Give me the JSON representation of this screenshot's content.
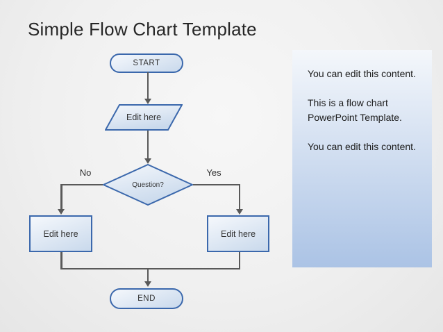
{
  "title": "Simple Flow Chart Template",
  "flowchart": {
    "start_label": "START",
    "step1_label": "Edit here",
    "decision_label": "Question?",
    "branch_no_label": "No",
    "branch_yes_label": "Yes",
    "left_box_label": "Edit here",
    "right_box_label": "Edit here",
    "end_label": "END"
  },
  "side_panel": {
    "paragraphs": [
      "You can edit this content.",
      "This is a flow chart PowerPoint Template.",
      "You can edit this content."
    ]
  },
  "colors": {
    "title_text": "#262626",
    "body_text": "#1c1c1c",
    "shape_border": "#3b68ac",
    "shape_fill_top": "#f5f8fc",
    "shape_fill_bottom": "#c9d9ec",
    "panel_top": "#f4f7fb",
    "panel_bottom": "#abc3e5",
    "connector": "#595959"
  }
}
